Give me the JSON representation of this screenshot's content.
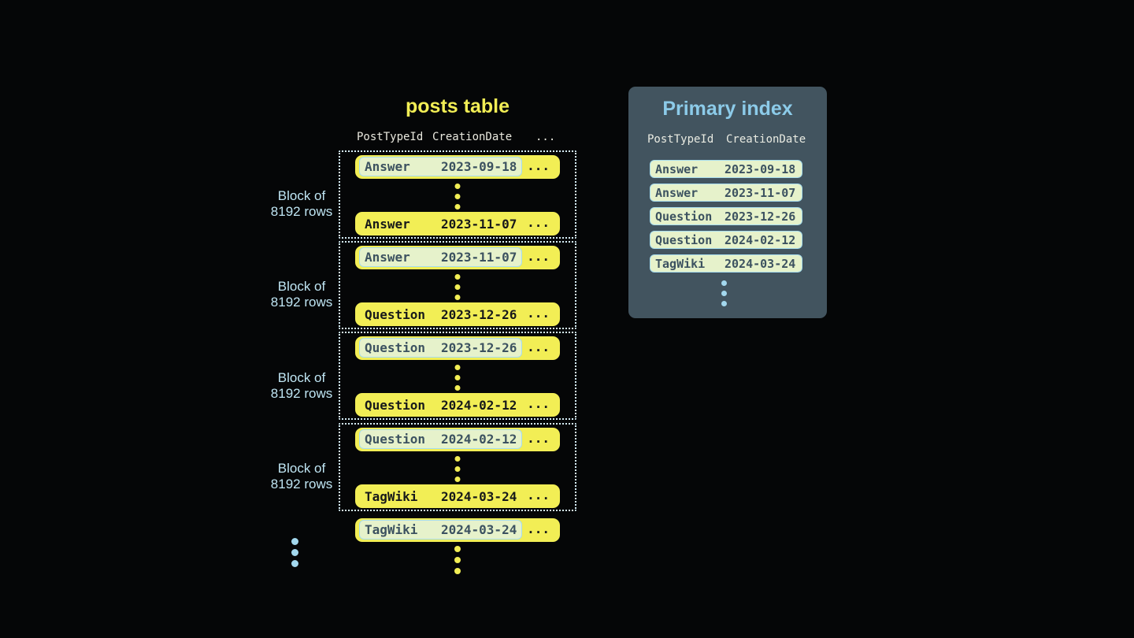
{
  "posts_table": {
    "title": "posts table",
    "columns": {
      "col1": "PostTypeId",
      "col2": "CreationDate",
      "col3": "..."
    },
    "ellipsis": "...",
    "block_label": {
      "line1": "Block of",
      "line2": "8192 rows"
    },
    "blocks": [
      {
        "first": {
          "type": "Answer",
          "date": "2023-09-18"
        },
        "last": {
          "type": "Answer",
          "date": "2023-11-07"
        }
      },
      {
        "first": {
          "type": "Answer",
          "date": "2023-11-07"
        },
        "last": {
          "type": "Question",
          "date": "2023-12-26"
        }
      },
      {
        "first": {
          "type": "Question",
          "date": "2023-12-26"
        },
        "last": {
          "type": "Question",
          "date": "2024-02-12"
        }
      },
      {
        "first": {
          "type": "Question",
          "date": "2024-02-12"
        },
        "last": {
          "type": "TagWiki",
          "date": "2024-03-24"
        }
      }
    ],
    "overflow_row": {
      "type": "TagWiki",
      "date": "2024-03-24"
    }
  },
  "primary_index": {
    "title": "Primary index",
    "columns": {
      "col1": "PostTypeId",
      "col2": "CreationDate"
    },
    "rows": [
      {
        "type": "Answer",
        "date": "2023-09-18"
      },
      {
        "type": "Answer",
        "date": "2023-11-07"
      },
      {
        "type": "Question",
        "date": "2023-12-26"
      },
      {
        "type": "Question",
        "date": "2024-02-12"
      },
      {
        "type": "TagWiki",
        "date": "2024-03-24"
      }
    ]
  },
  "colors": {
    "background": "#050607",
    "row_yellow": "#f2ee55",
    "row_text": "#17191a",
    "highlight_bg": "#e6f2cb",
    "highlight_border": "#a6dcee",
    "highlight_text": "#3c5260",
    "panel_bg": "#42545f",
    "panel_title": "#8ccbe9",
    "header_text": "#e9e8de",
    "block_label_text": "#bfe5f3",
    "dotted_border": "#d6eef7",
    "blue_dot": "#a3d8ee"
  }
}
